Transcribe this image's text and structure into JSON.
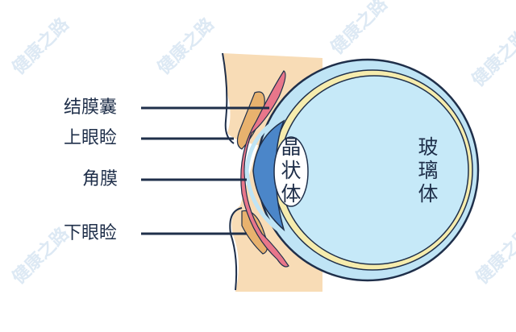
{
  "watermark": "健康之路",
  "labels": {
    "conjunctival_sac": "结膜囊",
    "upper_eyelid": "上眼睑",
    "cornea": "角膜",
    "lower_eyelid": "下眼睑",
    "lens": "晶状体",
    "vitreous": "玻璃体"
  },
  "colors": {
    "skin": "#f8dcb6",
    "tarsus": "#e8b26e",
    "conjunctiva": "#e8768a",
    "sclera": "#bfe4f5",
    "choroid": "#f6ecad",
    "vitreous": "#c6e9f8",
    "cornea": "#4b86c9",
    "outline": "#1f2f4a"
  }
}
